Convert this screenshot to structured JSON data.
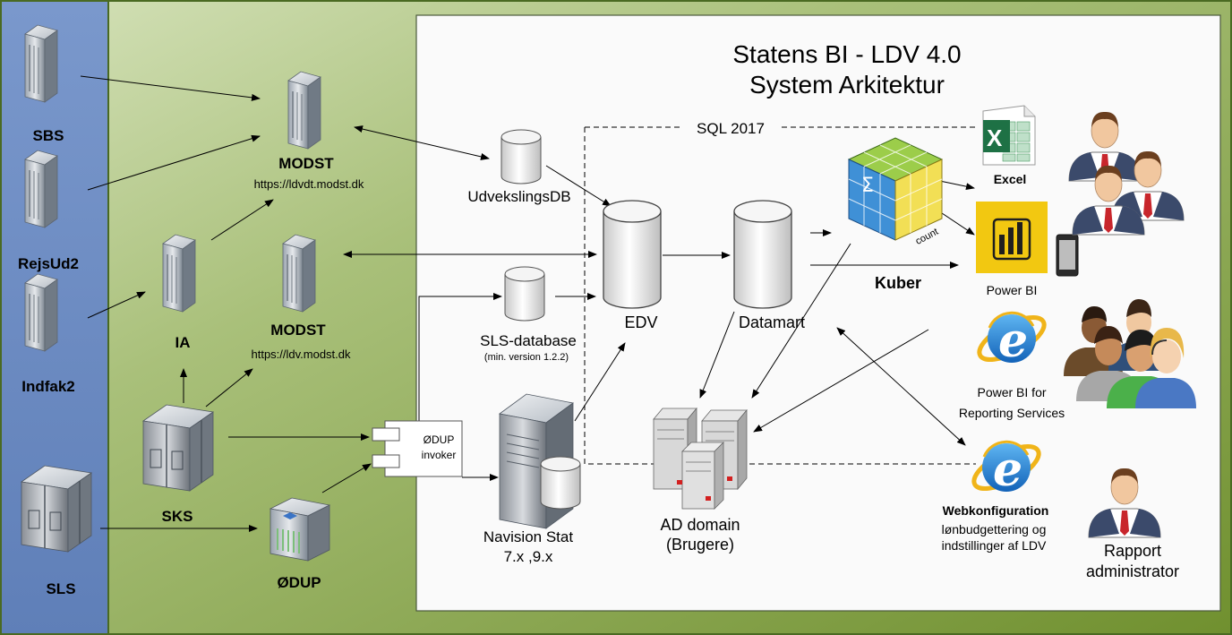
{
  "title": {
    "line1": "Statens BI - LDV 4.0",
    "line2": "System Arkitektur"
  },
  "sql_label": "SQL 2017",
  "sources": {
    "sbs": "SBS",
    "rejsud2": "RejsUd2",
    "indfak2": "Indfak2",
    "sls": "SLS"
  },
  "modst_top": {
    "name": "MODST",
    "url": "https://ldvdt.modst.dk"
  },
  "modst_mid": {
    "name": "MODST",
    "url": "https://ldv.modst.dk"
  },
  "ia": "IA",
  "sks": "SKS",
  "odup": "ØDUP",
  "odup_invoker": {
    "line1": "ØDUP",
    "line2": "invoker"
  },
  "udvekslingsdb": "UdvekslingsDB",
  "sls_database": {
    "name": "SLS-database",
    "note": "(min. version 1.2.2)"
  },
  "navision": {
    "line1": "Navision Stat",
    "line2": "7.x ,9.x"
  },
  "edv": "EDV",
  "datamart": "Datamart",
  "kuber": "Kuber",
  "cube_label": "count",
  "ad_domain": {
    "line1": "AD domain",
    "line2": "(Brugere)"
  },
  "excel": "Excel",
  "power_bi": "Power BI",
  "pbi_reporting": {
    "line1": "Power BI for",
    "line2": "Reporting Services"
  },
  "webkonfig": {
    "title": "Webkonfiguration",
    "line1": "lønbudgettering og",
    "line2": "indstillinger af LDV"
  },
  "rapport_admin": {
    "line1": "Rapport",
    "line2": "administrator"
  },
  "colors": {
    "left_panel": "#6f8fc4",
    "green_panel": "#87a74e",
    "white_panel": "#fafafa",
    "border": "#3b5d1c",
    "pbi_yellow": "#f2c811",
    "excel_green": "#1e7145",
    "ie_blue": "#1f7fd6"
  }
}
